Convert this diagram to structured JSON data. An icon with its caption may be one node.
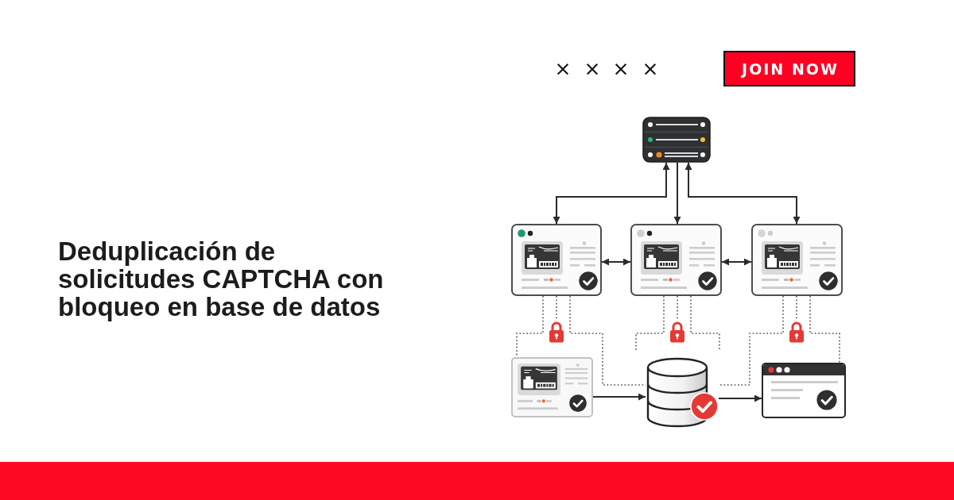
{
  "diagram": {
    "title": "Deduplicación de solicitudes CAPTCHA con bloqueo en base de datos",
    "nodes": [
      {
        "text": [
          "JOIN NOW"
        ]
      },
      {
        "text": [],
        "shape": "picture"
      },
      {
        "text": [],
        "shape": "picture"
      },
      {
        "text": [],
        "shape": "picture"
      },
      {
        "text": [],
        "shape": "picture"
      },
      {
        "text": [],
        "shape": "picture"
      },
      {
        "text": [],
        "shape": "picture"
      },
      {
        "text": [],
        "shape": "picture"
      },
      {
        "text": [],
        "shape": "picture"
      },
      {
        "text": [],
        "shape": "cylinder"
      },
      {
        "text": [],
        "shape": "picture"
      }
    ],
    "edges": [
      {
        "from": 1,
        "to": 2,
        "arrow": "both"
      },
      {
        "from": 1,
        "to": 3,
        "arrow": "to"
      },
      {
        "from": 1,
        "to": 4,
        "arrow": "both"
      },
      {
        "from": 2,
        "to": 3,
        "arrow": "both"
      },
      {
        "from": 3,
        "to": 4,
        "arrow": "both"
      },
      {
        "from": 2,
        "to": 5,
        "arrow": "none",
        "style": "dashed"
      },
      {
        "from": 2,
        "to": 8,
        "arrow": "none",
        "style": "dashed"
      },
      {
        "from": 2,
        "to": 9,
        "arrow": "none",
        "style": "dashed"
      },
      {
        "from": 3,
        "to": 6,
        "arrow": "none",
        "style": "dashed"
      },
      {
        "from": 3,
        "to": null,
        "arrow": "none",
        "style": "dashed"
      },
      {
        "from": 3,
        "to": null,
        "arrow": "none",
        "style": "dashed"
      },
      {
        "from": 4,
        "to": 7,
        "arrow": "none",
        "style": "dashed"
      },
      {
        "from": 4,
        "to": 9,
        "arrow": "none",
        "style": "dashed"
      },
      {
        "from": 4,
        "to": 10,
        "arrow": "none",
        "style": "dashed"
      },
      {
        "from": 8,
        "to": 9,
        "arrow": "to"
      },
      {
        "from": 9,
        "to": 10,
        "arrow": "to"
      }
    ],
    "labels": [
      "×",
      "×",
      "×",
      "×"
    ]
  }
}
